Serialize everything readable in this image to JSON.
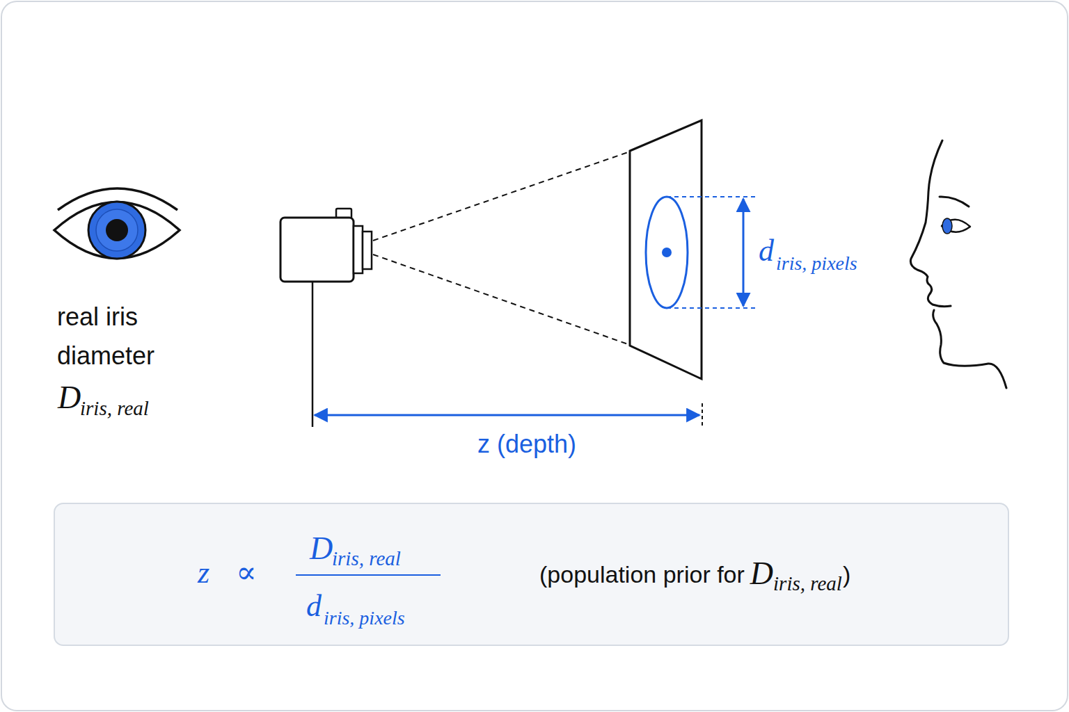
{
  "diagram": {
    "nodes": [
      {
        "text": [
          "z",
          "∝",
          "D",
          "iris, real",
          "d",
          "iris, pixels",
          "(population prior for",
          "D",
          "iris, real",
          ")"
        ]
      }
    ],
    "labels": [
      "real iris diameter",
      "D",
      "iris, real",
      "d",
      "iris, pixels",
      "z (depth)"
    ]
  }
}
